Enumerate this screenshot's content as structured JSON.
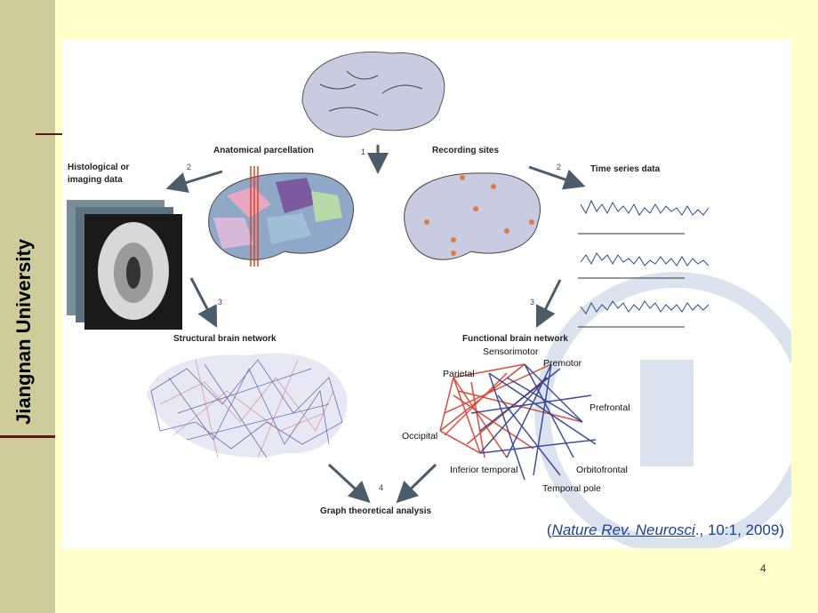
{
  "sidebar": {
    "title": "Jiangnan University"
  },
  "figure": {
    "labels": {
      "anatomical_parcellation": "Anatomical parcellation",
      "recording_sites": "Recording sites",
      "histological": "Histological or",
      "imaging": "imaging data",
      "time_series": "Time series data",
      "structural_network": "Structural brain network",
      "functional_network": "Functional brain network",
      "graph_analysis": "Graph theoretical analysis"
    },
    "step_numbers": {
      "s1": "1",
      "s2a": "2",
      "s2b": "2",
      "s3a": "3",
      "s3b": "3",
      "s4": "4"
    },
    "regions": {
      "sensorimotor": "Sensorimotor",
      "premotor": "Premotor",
      "parietal": "Parietal",
      "prefrontal": "Prefrontal",
      "occipital": "Occipital",
      "inferior_temporal": "Inferior temporal",
      "orbitofrontal": "Orbitofrontal",
      "temporal_pole": "Temporal pole"
    },
    "colors": {
      "brain": "#c9cce0",
      "network_red": "#d63a2a",
      "network_blue": "#2b3c8f",
      "arrow": "#4b5d6b"
    }
  },
  "citation": {
    "open": "(",
    "journal": "Nature Rev. Neurosci",
    "rest": "., 10:1, 2009)"
  },
  "page_number": "4"
}
